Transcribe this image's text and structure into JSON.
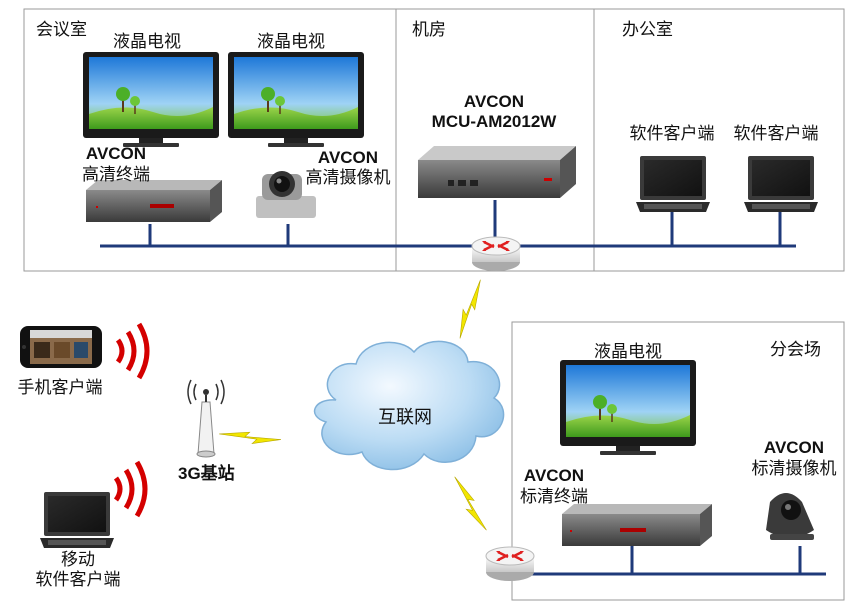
{
  "regions": {
    "meeting_room": "会议室",
    "machine_room": "机房",
    "office": "办公室",
    "branch": "分会场"
  },
  "devices": {
    "lcd_tv_1": "液晶电视",
    "lcd_tv_2": "液晶电视",
    "hd_terminal_brand": "AVCON",
    "hd_terminal": "高清终端",
    "hd_camera_brand": "AVCON",
    "hd_camera": "高清摄像机",
    "mcu_brand": "AVCON",
    "mcu_model": "MCU-AM2012W",
    "soft_client_1": "软件客户端",
    "soft_client_2": "软件客户端",
    "branch_tv": "液晶电视",
    "sd_terminal_brand": "AVCON",
    "sd_terminal": "标清终端",
    "sd_camera_brand": "AVCON",
    "sd_camera": "标清摄像机",
    "mobile_client": "手机客户端",
    "base_station": "3G基站",
    "mobile_soft_1": "移动",
    "mobile_soft_2": "软件客户端",
    "internet": "互联网"
  },
  "colors": {
    "bus_line": "#1f3a7a",
    "region_border": "#9a9a9a",
    "lightning": "#f2e600",
    "signal_red": "#d40000"
  }
}
